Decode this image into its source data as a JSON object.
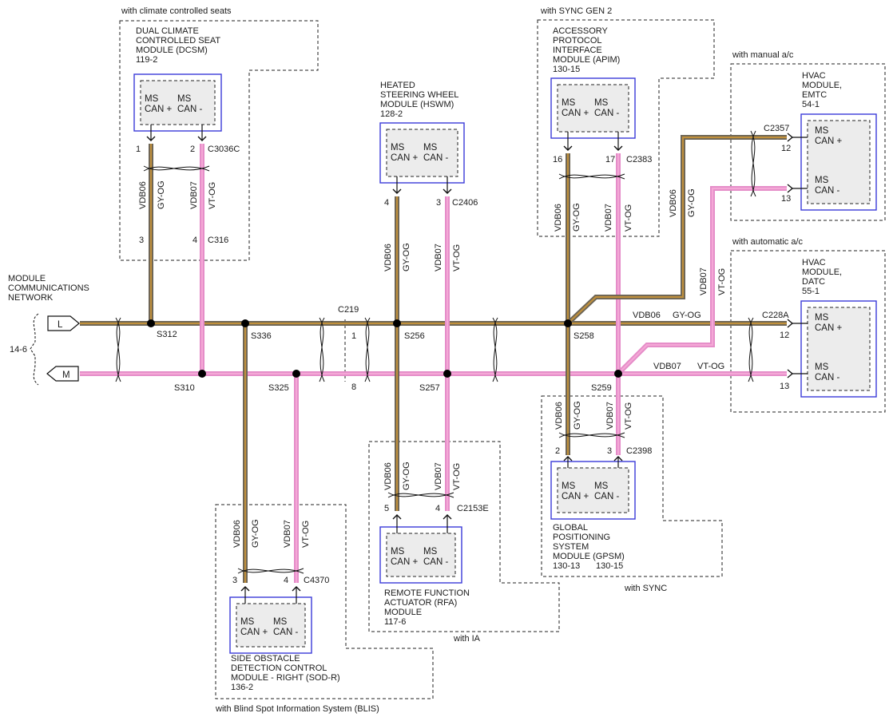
{
  "colors": {
    "gy_og": "#8a7a58",
    "gy_og_inner": "#c0903c",
    "gy_og_dark": "#6b6456",
    "vt_og": "#e58cc8",
    "vt_og_inner": "#f4a8d6",
    "module_border": "#3a3ad8",
    "module_fill": "#ececec",
    "dash": "#222222"
  },
  "network": {
    "title_line1": "MODULE",
    "title_line2": "COMMUNICATIONS",
    "title_line3": "NETWORK",
    "ref": "14-6",
    "connector_l": "L",
    "connector_m": "M"
  },
  "wire_labels": {
    "vdb06": "VDB06",
    "vdb07": "VDB07",
    "gy_og": "GY-OG",
    "vt_og": "VT-OG"
  },
  "splices": {
    "s312": "S312",
    "s336": "S336",
    "s310": "S310",
    "s325": "S325",
    "s256": "S256",
    "s257": "S257",
    "s258": "S258",
    "s259": "S259"
  },
  "inline": {
    "c219": "C219",
    "pin1": "1",
    "pin8": "8"
  },
  "modules": {
    "dcsm": {
      "condition": "with climate controlled seats",
      "name_line1": "DUAL CLIMATE",
      "name_line2": "CONTROLLED SEAT",
      "name_line3": "MODULE (DCSM)",
      "ref": "119-2",
      "ms1": "MS",
      "ms2": "MS",
      "canp": "CAN +",
      "canm": "CAN -",
      "pin_a": "1",
      "pin_b": "2",
      "connector": "C3036C",
      "pin_c": "3",
      "pin_d": "4",
      "connector2": "C316"
    },
    "hswm": {
      "name_line1": "HEATED",
      "name_line2": "STEERING WHEEL",
      "name_line3": "MODULE (HSWM)",
      "ref": "128-2",
      "ms1": "MS",
      "ms2": "MS",
      "canp": "CAN +",
      "canm": "CAN -",
      "pin_a": "4",
      "pin_b": "3",
      "connector": "C2406"
    },
    "apim": {
      "condition": "with SYNC GEN 2",
      "name_line1": "ACCESSORY",
      "name_line2": "PROTOCOL",
      "name_line3": "INTERFACE",
      "name_line4": "MODULE (APIM)",
      "ref": "130-15",
      "ms1": "MS",
      "ms2": "MS",
      "canp": "CAN +",
      "canm": "CAN -",
      "pin_a": "16",
      "pin_b": "17",
      "connector": "C2383"
    },
    "emtc": {
      "condition": "with manual a/c",
      "name_line1": "HVAC",
      "name_line2": "MODULE,",
      "name_line3": "EMTC",
      "ref": "54-1",
      "ms1": "MS",
      "ms2": "MS",
      "canp": "CAN +",
      "canm": "CAN -",
      "pin_a": "12",
      "pin_b": "13",
      "connector": "C2357"
    },
    "datc": {
      "condition": "with automatic a/c",
      "name_line1": "HVAC",
      "name_line2": "MODULE,",
      "name_line3": "DATC",
      "ref": "55-1",
      "ms1": "MS",
      "ms2": "MS",
      "canp": "CAN +",
      "canm": "CAN -",
      "pin_a": "12",
      "pin_b": "13",
      "connector": "C228A"
    },
    "gpsm": {
      "condition": "with SYNC",
      "name_line1": "GLOBAL",
      "name_line2": "POSITIONING",
      "name_line3": "SYSTEM",
      "name_line4": "MODULE (GPSM)",
      "ref1": "130-13",
      "ref2": "130-15",
      "ms1": "MS",
      "ms2": "MS",
      "canp": "CAN +",
      "canm": "CAN -",
      "pin_a": "2",
      "pin_b": "3",
      "connector": "C2398"
    },
    "rfa": {
      "condition": "with IA",
      "name_line1": "REMOTE FUNCTION",
      "name_line2": "ACTUATOR (RFA)",
      "name_line3": "MODULE",
      "ref": "117-6",
      "ms1": "MS",
      "ms2": "MS",
      "canp": "CAN +",
      "canm": "CAN -",
      "pin_a": "5",
      "pin_b": "4",
      "connector": "C2153E"
    },
    "sodr": {
      "condition": "with Blind Spot Information System (BLIS)",
      "name_line1": "SIDE OBSTACLE",
      "name_line2": "DETECTION CONTROL",
      "name_line3": "MODULE - RIGHT (SOD-R)",
      "ref": "136-2",
      "ms1": "MS",
      "ms2": "MS",
      "canp": "CAN +",
      "canm": "CAN -",
      "pin_a": "3",
      "pin_b": "4",
      "connector": "C4370"
    }
  }
}
